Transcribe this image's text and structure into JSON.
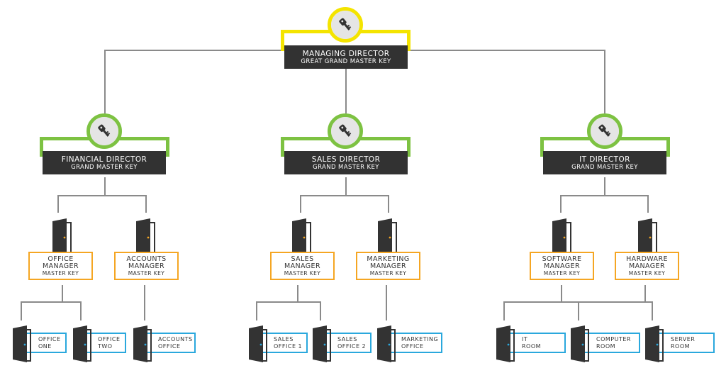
{
  "root": {
    "title": "MANAGING DIRECTOR",
    "subtitle": "GREAT GRAND MASTER KEY",
    "icon": "key-icon"
  },
  "directors": [
    {
      "title": "FINANCIAL DIRECTOR",
      "subtitle": "GRAND MASTER KEY",
      "icon": "key-icon"
    },
    {
      "title": "SALES DIRECTOR",
      "subtitle": "GRAND MASTER KEY",
      "icon": "key-icon"
    },
    {
      "title": "IT DIRECTOR",
      "subtitle": "GRAND MASTER KEY",
      "icon": "key-icon"
    }
  ],
  "managers": [
    {
      "line1": "OFFICE",
      "line2": "MANAGER",
      "sub": "MASTER KEY"
    },
    {
      "line1": "ACCOUNTS",
      "line2": "MANAGER",
      "sub": "MASTER KEY"
    },
    {
      "line1": "SALES",
      "line2": "MANAGER",
      "sub": "MASTER KEY"
    },
    {
      "line1": "MARKETING",
      "line2": "MANAGER",
      "sub": "MASTER KEY"
    },
    {
      "line1": "SOFTWARE",
      "line2": "MANAGER",
      "sub": "MASTER KEY"
    },
    {
      "line1": "HARDWARE",
      "line2": "MANAGER",
      "sub": "MASTER KEY"
    }
  ],
  "rooms": [
    {
      "line1": "OFFICE",
      "line2": "ONE"
    },
    {
      "line1": "OFFICE",
      "line2": "TWO"
    },
    {
      "line1": "ACCOUNTS",
      "line2": "OFFICE"
    },
    {
      "line1": "SALES",
      "line2": "OFFICE 1"
    },
    {
      "line1": "SALES",
      "line2": "OFFICE 2"
    },
    {
      "line1": "MARKETING",
      "line2": "OFFICE"
    },
    {
      "line1": "IT",
      "line2": "ROOM"
    },
    {
      "line1": "COMPUTER",
      "line2": "ROOM"
    },
    {
      "line1": "SERVER",
      "line2": "ROOM"
    }
  ],
  "colors": {
    "connector": "#8a8a8a",
    "dark_box": "#323232",
    "root_accent": "#f4e400",
    "director_accent": "#7dc242",
    "manager_accent": "#f5a623",
    "room_accent": "#2aa8dd",
    "door": "#333333"
  }
}
